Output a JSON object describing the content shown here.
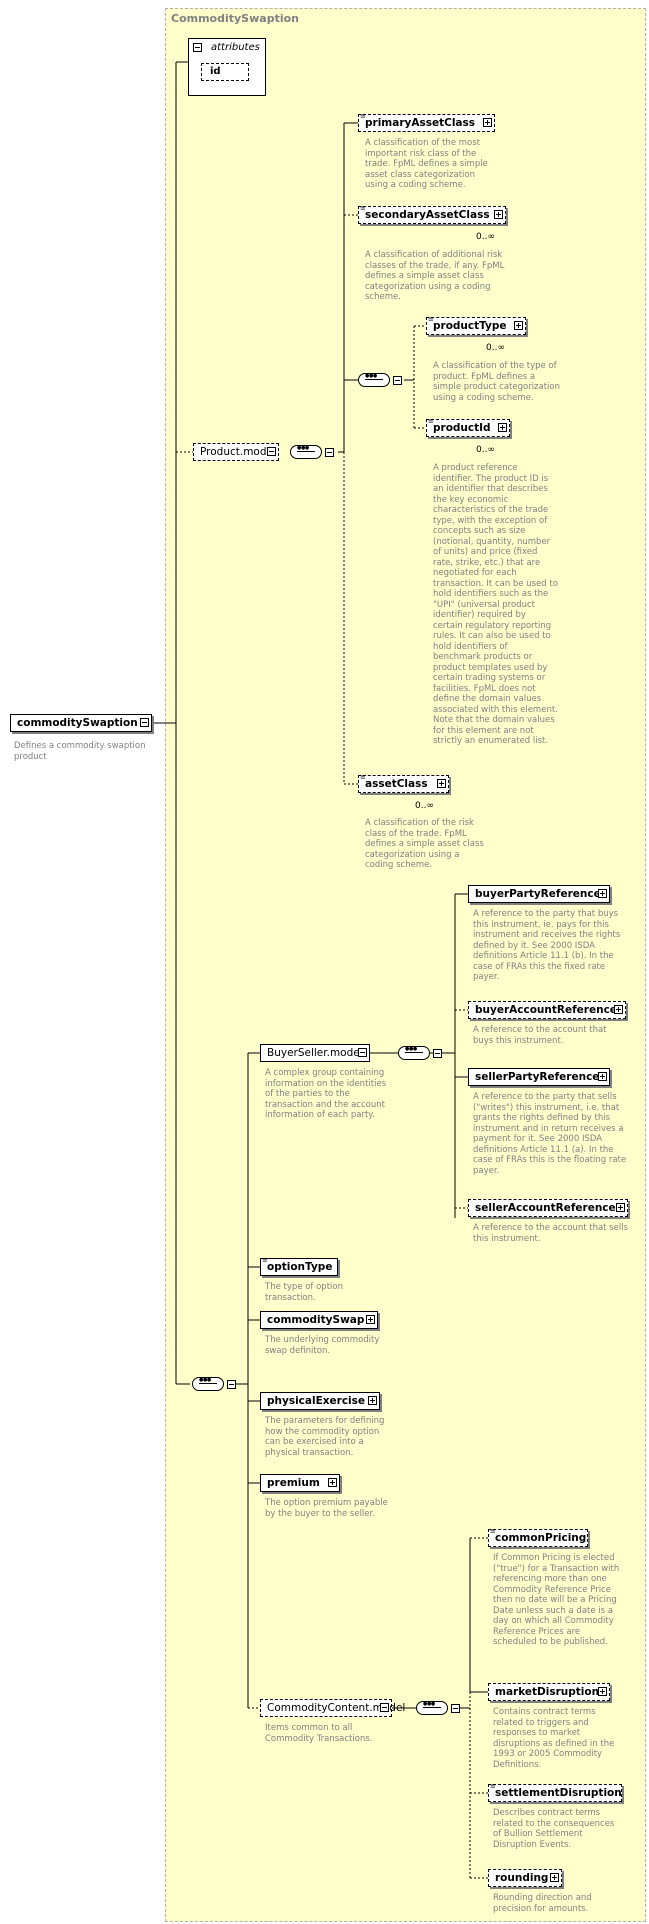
{
  "type_name": "CommoditySwaption",
  "root": {
    "name": "commoditySwaption",
    "desc": "Defines a commodity swaption product"
  },
  "attributes": {
    "title": "attributes",
    "id": "id"
  },
  "product_model": {
    "name": "Product.model"
  },
  "primary_asset_class": {
    "name": "primaryAssetClass",
    "desc": "A classification of the most important risk class of the trade. FpML defines a simple asset class categorization using a coding scheme."
  },
  "secondary_asset_class": {
    "name": "secondaryAssetClass",
    "occ": "0..∞",
    "desc": "A classification of additional risk classes of the trade, if any. FpML defines a simple asset class categorization using a coding scheme."
  },
  "product_type": {
    "name": "productType",
    "occ": "0..∞",
    "desc": "A classification of the type of product. FpML defines a simple product categorization using a coding scheme."
  },
  "product_id": {
    "name": "productId",
    "occ": "0..∞",
    "desc": "A product reference identifier. The product ID is an identifier that describes the key economic characteristics of the trade type, with the exception of concepts such as size (notional, quantity, number of units) and price (fixed rate, strike, etc.) that are negotiated for each transaction. It can be used to hold identifiers such as the \"UPI\" (universal product identifier) required by certain regulatory reporting rules. It can also be used to hold identifiers of benchmark products or product templates used by certain trading systems or facilities. FpML does not define the domain values associated with this element. Note that the domain values for this element are not strictly an enumerated list."
  },
  "asset_class": {
    "name": "assetClass",
    "occ": "0..∞",
    "desc": "A classification of the risk class of the trade. FpML defines a simple asset class categorization using a coding scheme."
  },
  "buyer_seller": {
    "name": "BuyerSeller.model",
    "desc": "A complex group containing information on the identities of the parties to the transaction and the account information of each party."
  },
  "buyer_party_reference": {
    "name": "buyerPartyReference",
    "desc": "A reference to the party that buys this instrument, ie. pays for this instrument and receives the rights defined by it. See 2000 ISDA definitions Article 11.1 (b). In the case of FRAs this the fixed rate payer."
  },
  "buyer_account_reference": {
    "name": "buyerAccountReference",
    "desc": "A reference to the account that buys this instrument."
  },
  "seller_party_reference": {
    "name": "sellerPartyReference",
    "desc": "A reference to the party that sells (\"writes\") this instrument, i.e. that grants the rights defined by this instrument and in return receives a payment for it. See 2000 ISDA definitions Article 11.1 (a). In the case of FRAs this is the floating rate payer."
  },
  "seller_account_reference": {
    "name": "sellerAccountReference",
    "desc": "A reference to the account that sells this instrument."
  },
  "option_type": {
    "name": "optionType",
    "desc": "The type of option transaction."
  },
  "commodity_swap": {
    "name": "commoditySwap",
    "desc": "The underlying commodity swap definiton."
  },
  "physical_exercise": {
    "name": "physicalExercise",
    "desc": "The parameters for defining how the commodity option can be exercised into a physical transaction."
  },
  "premium": {
    "name": "premium",
    "desc": "The option premium payable by the buyer to the seller."
  },
  "commodity_content": {
    "name": "CommodityContent.model",
    "desc": "Items common to all Commodity Transactions."
  },
  "common_pricing": {
    "name": "commonPricing",
    "desc": "If Common Pricing is elected (\"true\") for a Transaction with referencing more than one Commodity Reference Price then no date will be a Pricing Date unless such a date is a day on which all Commodity Reference Prices are scheduled to be published."
  },
  "market_disruption": {
    "name": "marketDisruption",
    "desc": "Contains contract terms related to triggers and responses to market disruptions as defined in the 1993 or 2005 Commodity Definitions."
  },
  "settlement_disruption": {
    "name": "settlementDisruption",
    "desc": "Describes contract terms related to the consequences of Bullion Settlement Disruption Events."
  },
  "rounding": {
    "name": "rounding",
    "desc": "Rounding direction and precision for amounts."
  }
}
